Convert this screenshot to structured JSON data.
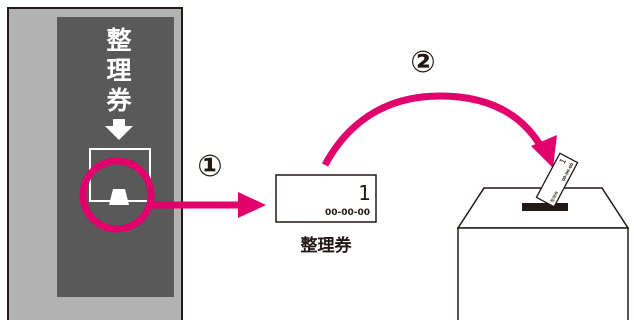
{
  "machine": {
    "label": "整理券"
  },
  "steps": [
    {
      "number": "①"
    },
    {
      "number": "②"
    }
  ],
  "ticket": {
    "number": "1",
    "code": "00-00-00",
    "caption": "整理券"
  },
  "slip": {
    "number": "1",
    "code": "00-00-00",
    "small_label": "整理券"
  },
  "colors": {
    "machine_frame": "#b3b3b3",
    "machine_panel": "#595959",
    "accent": "#e2006c",
    "outline": "#231815"
  }
}
